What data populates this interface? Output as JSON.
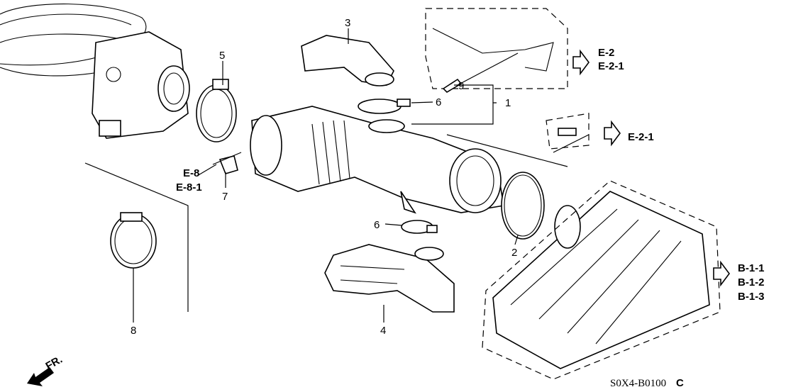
{
  "callouts": {
    "p1": "1",
    "p2": "2",
    "p3": "3",
    "p4": "4",
    "p5": "5",
    "p6a": "6",
    "p6b": "6",
    "p7": "7",
    "p8": "8",
    "p9": "9"
  },
  "refs": {
    "e2": "E-2",
    "e21a": "E-2-1",
    "e21b": "E-2-1",
    "e8": "E-8",
    "e81": "E-8-1",
    "b11": "B-1-1",
    "b12": "B-1-2",
    "b13": "B-1-3"
  },
  "front_label": "FR.",
  "diagram_code": "S0X4-B0100",
  "diagram_rev": "C"
}
